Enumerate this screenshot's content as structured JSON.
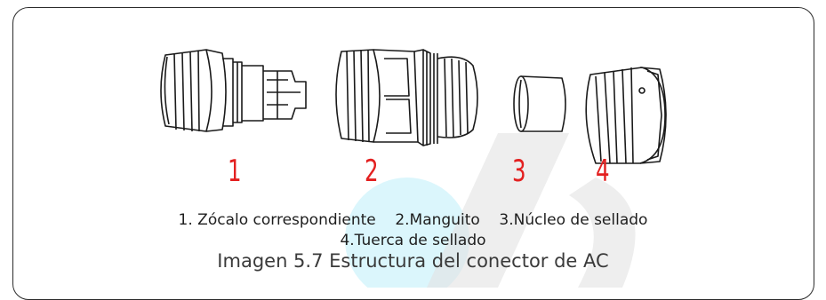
{
  "figure": {
    "numbers": [
      "1",
      "2",
      "3",
      "4"
    ],
    "parts_line_1": "1. Zócalo correspondiente    2.Manguito    3.Núcleo de sellado",
    "parts_line_2": "4.Tuerca de sellado",
    "caption": "Imagen 5.7 Estructura del conector de AC"
  },
  "components": [
    {
      "icon": "socket-icon"
    },
    {
      "icon": "sleeve-icon"
    },
    {
      "icon": "sealing-core-icon"
    },
    {
      "icon": "sealing-nut-icon"
    }
  ],
  "colors": {
    "label_red": "#e32020",
    "line": "#1a1a1a",
    "watermark_blue": "#63d3ef",
    "watermark_gray": "#e2e2e2"
  }
}
